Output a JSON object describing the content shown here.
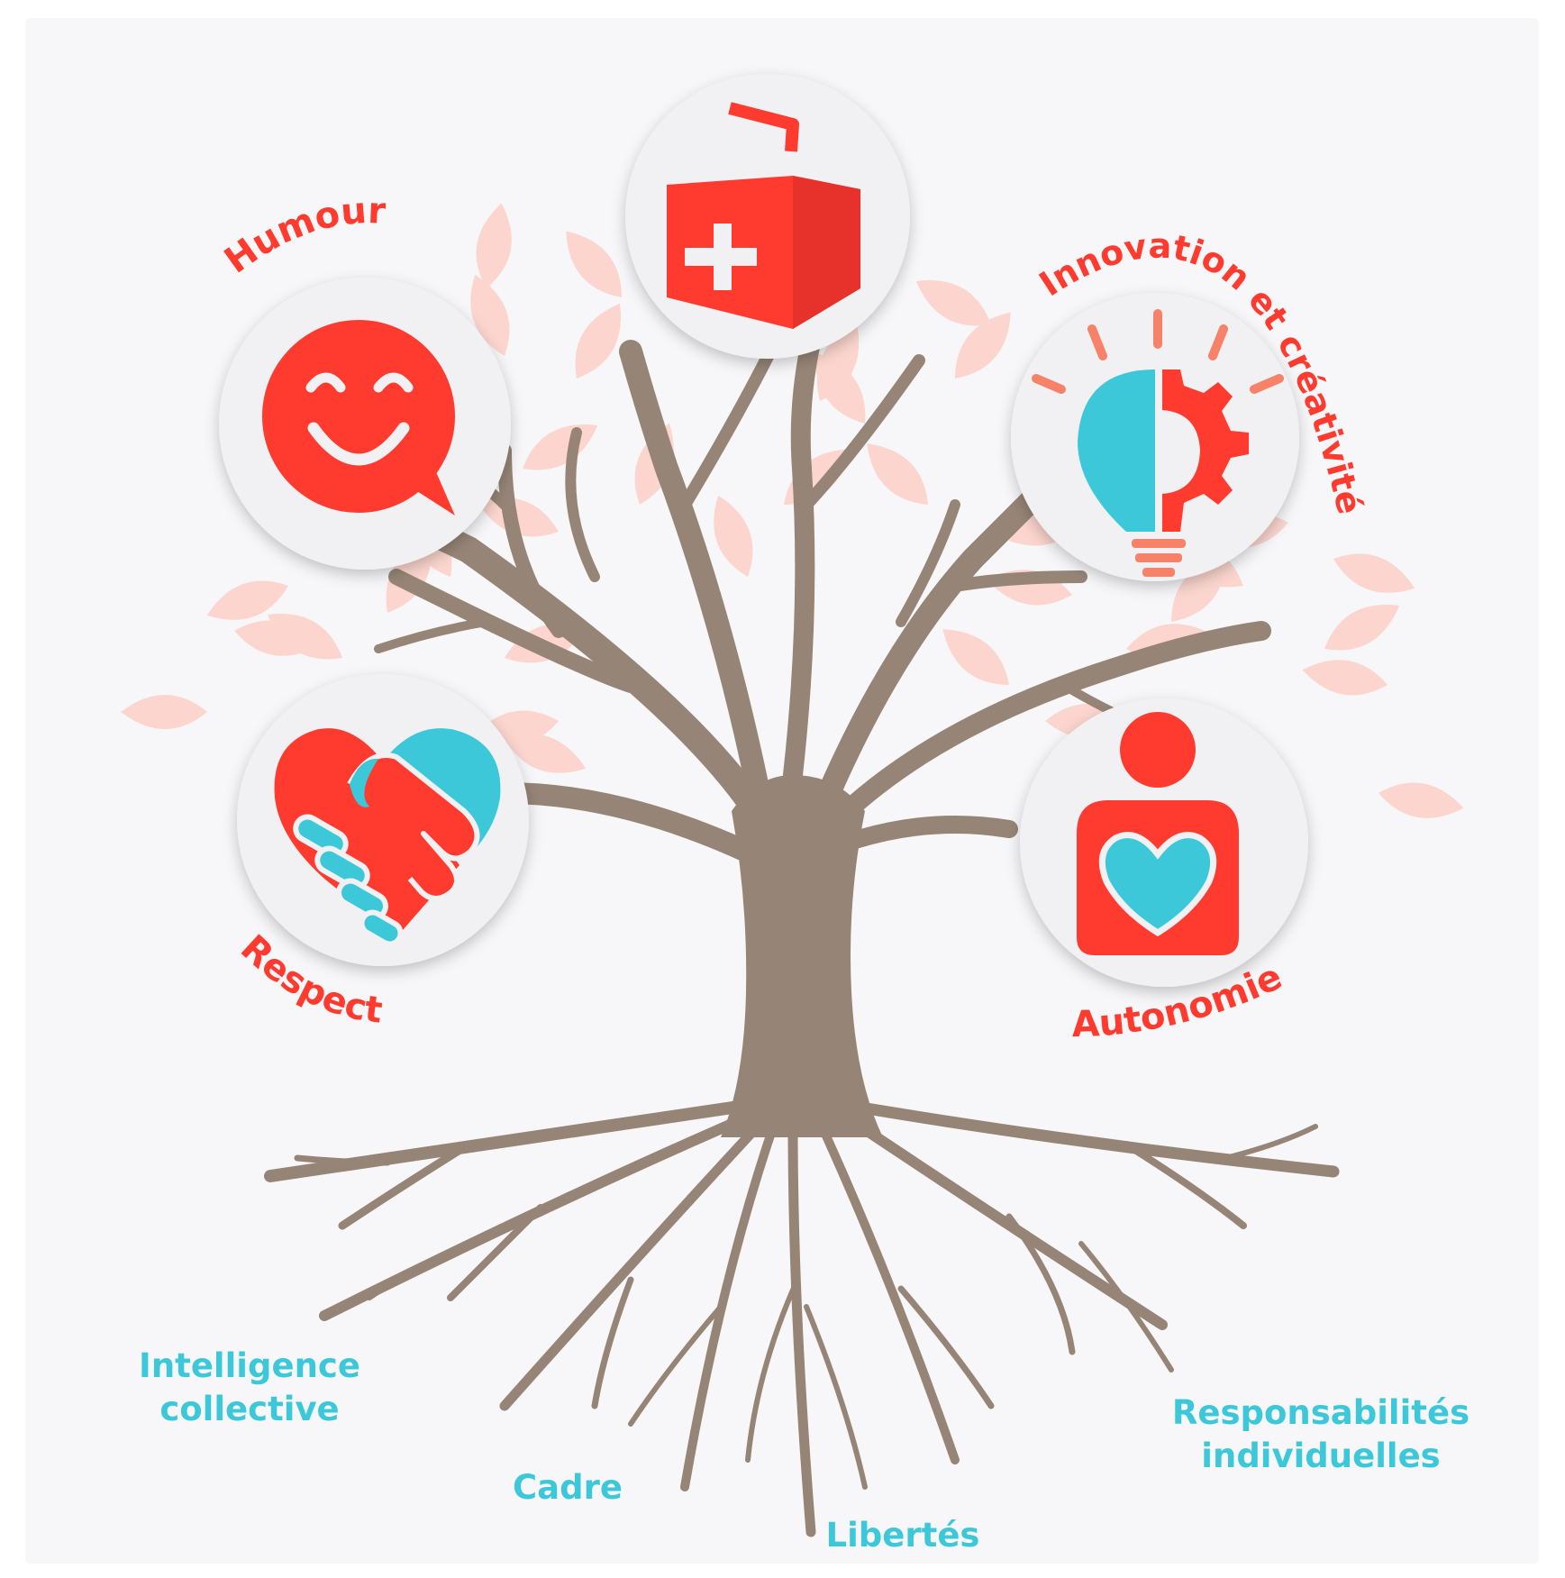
{
  "colors": {
    "accent_red": "#ff3b30",
    "accent_blue": "#3dc8da",
    "trunk": "#968577",
    "leaf": "#fbd5ce",
    "badge": "#f1f0f2",
    "background": "#f7f7f9"
  },
  "values": {
    "humour": "Humour",
    "innovation": "Innovation et créativité",
    "respect": "Respect",
    "autonomie": "Autonomie",
    "care_icon": "first-aid-kit-icon"
  },
  "roots": {
    "intelligence_line1": "Intelligence",
    "intelligence_line2": "collective",
    "cadre": "Cadre",
    "libertes": "Libertés",
    "responsabilites_line1": "Responsabilités",
    "responsabilites_line2": "individuelles"
  },
  "icons": [
    "smiley-speech-bubble-icon",
    "first-aid-kit-icon",
    "lightbulb-gear-icon",
    "handshake-heart-icon",
    "person-heart-icon"
  ]
}
